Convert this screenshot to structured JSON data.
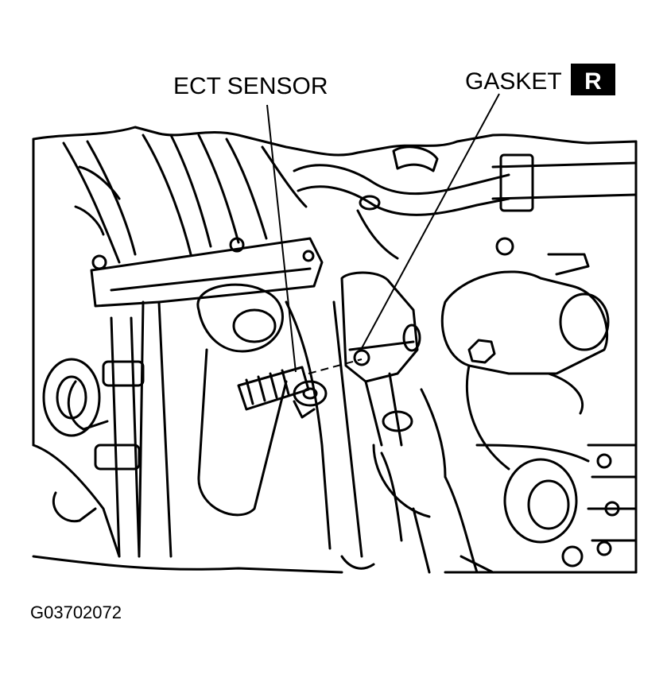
{
  "callouts": {
    "ect_sensor": "ECT SENSOR",
    "gasket": "GASKET",
    "gasket_badge": "R"
  },
  "figure_id": "G03702072",
  "colors": {
    "ink": "#000000",
    "paper": "#ffffff"
  },
  "icons": {
    "replace_part_badge": "black-square-letter-badge"
  }
}
